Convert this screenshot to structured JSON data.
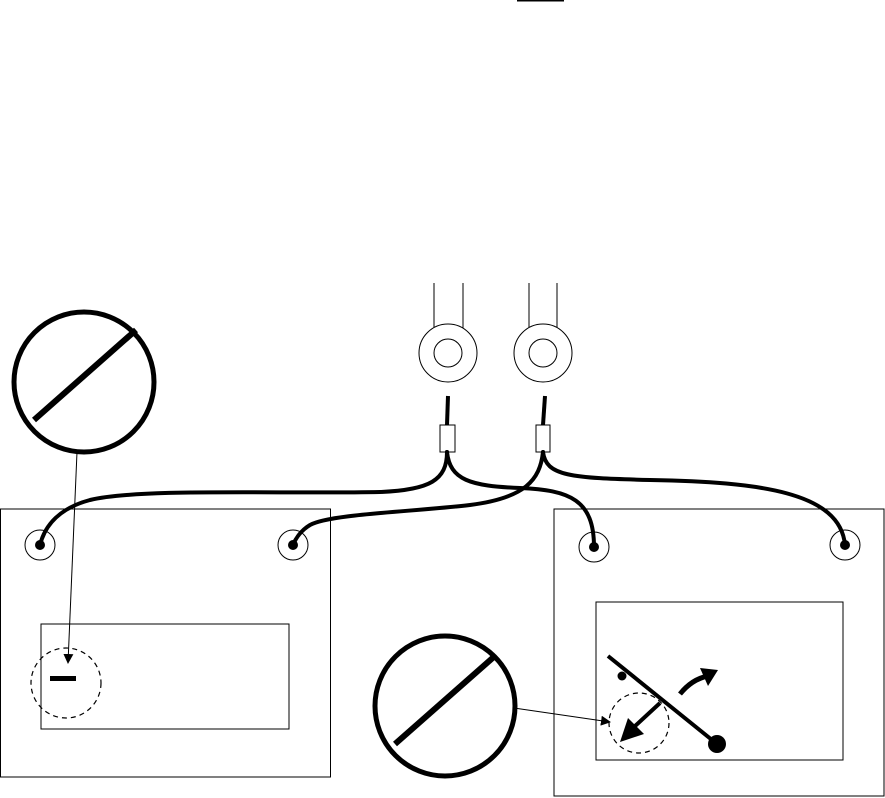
{
  "diagram": {
    "colors": {
      "stroke": "#000000",
      "background": "#ffffff"
    },
    "components": [
      {
        "id": "prohibited-sign-top-left",
        "icon": "prohibited-icon"
      },
      {
        "id": "prohibited-sign-bottom-center",
        "icon": "prohibited-icon"
      },
      {
        "id": "ring-terminal-left",
        "icon": "ring-terminal-icon"
      },
      {
        "id": "ring-terminal-right",
        "icon": "ring-terminal-icon"
      },
      {
        "id": "left-panel",
        "icon": "terminal-panel"
      },
      {
        "id": "right-panel",
        "icon": "switch-panel"
      },
      {
        "id": "minus-symbol",
        "icon": "minus-icon"
      },
      {
        "id": "switch-symbol",
        "icon": "switch-icon"
      }
    ]
  }
}
